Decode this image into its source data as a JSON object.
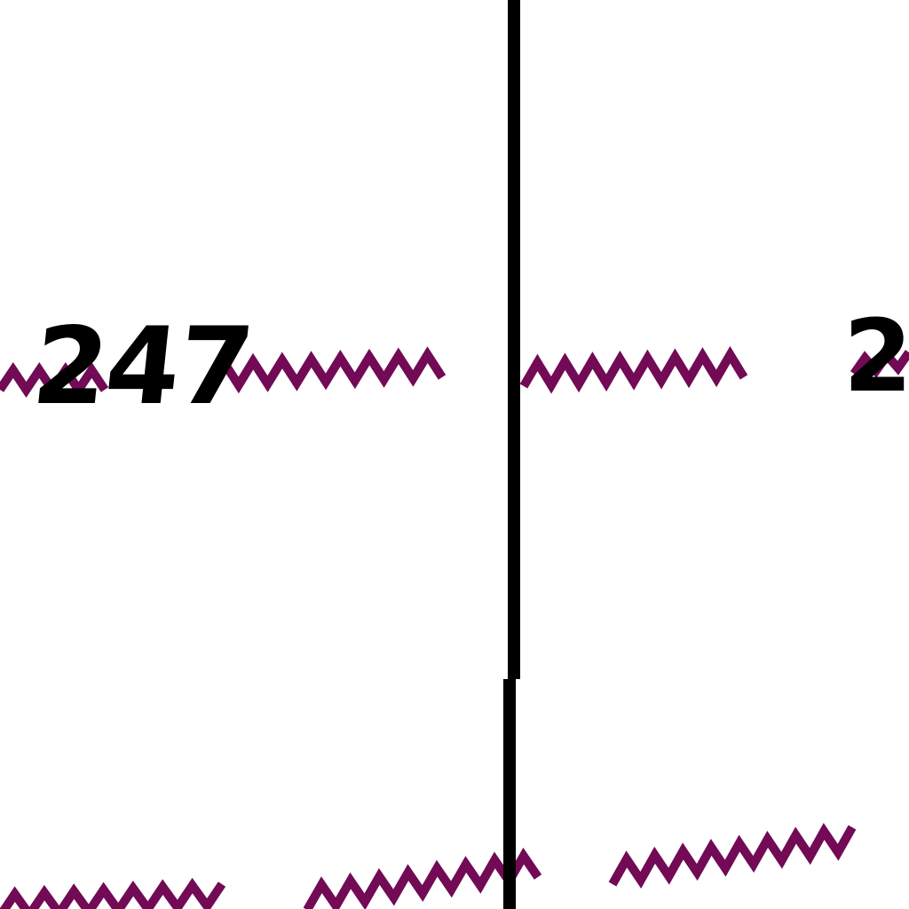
{
  "map": {
    "labels": [
      {
        "id": "label-247",
        "text": "247"
      },
      {
        "id": "label-2",
        "text": "2"
      }
    ],
    "colors": {
      "background": "#ffffff",
      "boundary_line": "#000000",
      "wavy_symbol": "#720a55",
      "label_text": "#000000"
    },
    "symbols": {
      "boundary": "vertical-boundary-line",
      "wavy": "wavy-line-symbol"
    }
  }
}
